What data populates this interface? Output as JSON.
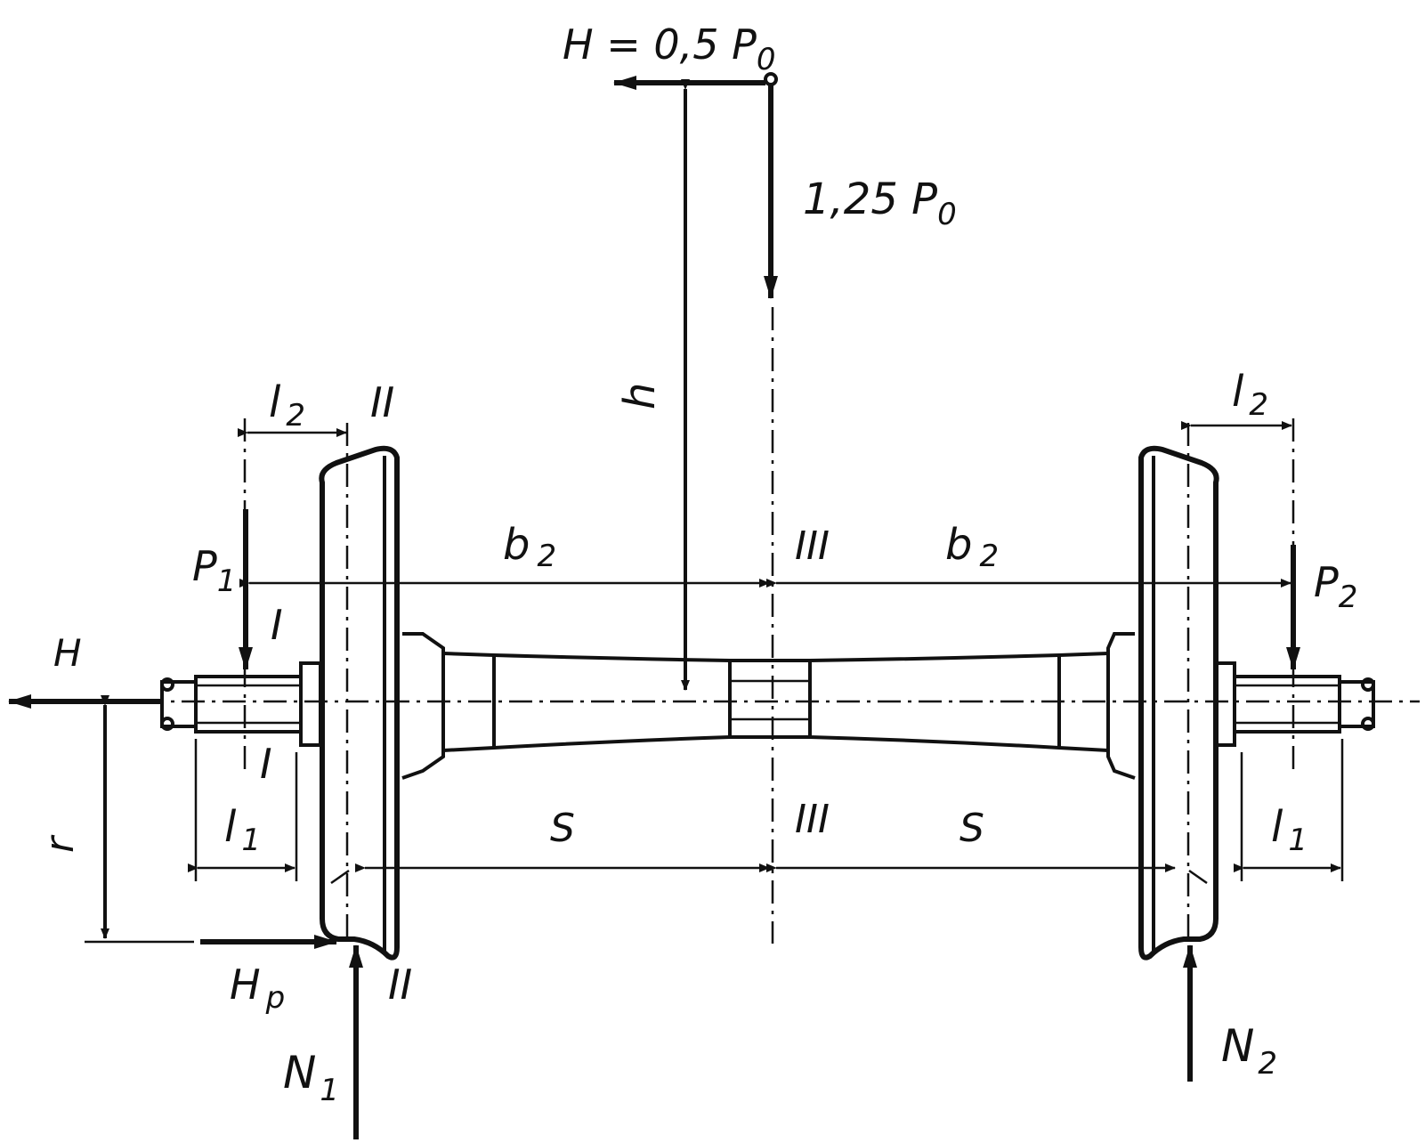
{
  "colors": {
    "ink": "#111111",
    "paper": "#ffffff"
  },
  "labels": {
    "h_force": "H = 0,5 P",
    "h_force_sub": "0",
    "vertical_load": "1,25 P",
    "vertical_load_sub": "0",
    "height": "h",
    "l2": "l",
    "l2_sub": "2",
    "l1": "l",
    "l1_sub": "1",
    "b2": "b",
    "b2_sub": "2",
    "s": "S",
    "p1": "P",
    "p1_sub": "1",
    "p2": "P",
    "p2_sub": "2",
    "section_1": "I",
    "section_2": "II",
    "section_3": "III",
    "h_axle": "H",
    "radius": "r",
    "hp": "H",
    "hp_sub": "p",
    "n1": "N",
    "n1_sub": "1",
    "n2": "N",
    "n2_sub": "2"
  }
}
